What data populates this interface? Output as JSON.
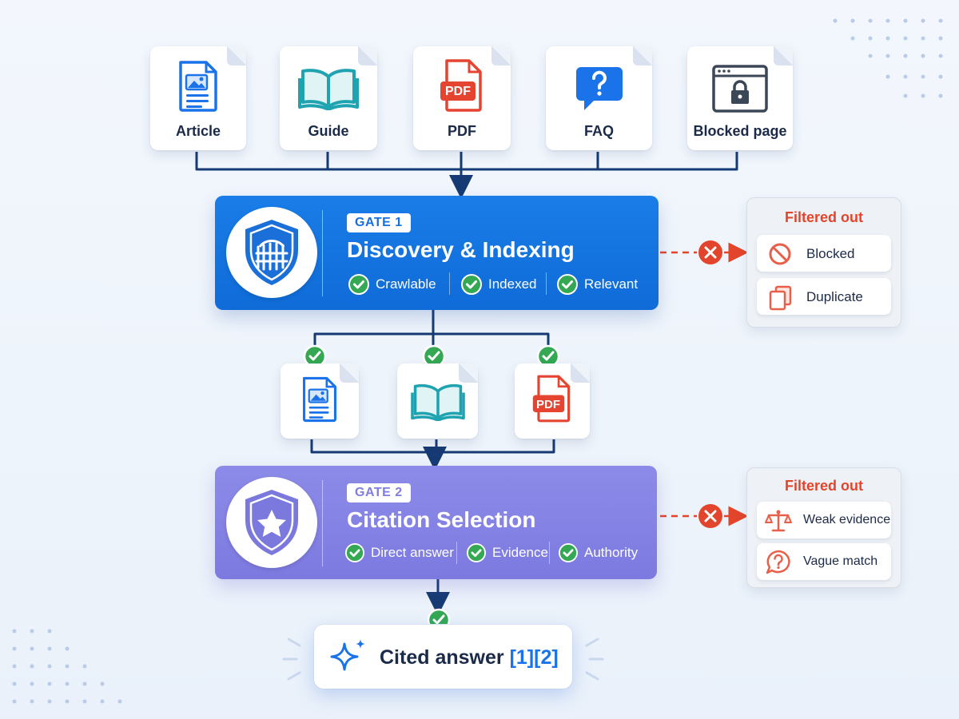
{
  "sources": [
    {
      "label": "Article",
      "icon": "article-icon"
    },
    {
      "label": "Guide",
      "icon": "book-icon"
    },
    {
      "label": "PDF",
      "icon": "pdf-icon"
    },
    {
      "label": "FAQ",
      "icon": "faq-icon"
    },
    {
      "label": "Blocked page",
      "icon": "locked-browser-icon"
    }
  ],
  "gate1": {
    "tag": "GATE 1",
    "title": "Discovery & Indexing",
    "criteria": [
      "Crawlable",
      "Indexed",
      "Relevant"
    ]
  },
  "filtered1": {
    "title": "Filtered out",
    "items": [
      {
        "label": "Blocked",
        "icon": "prohibited-icon"
      },
      {
        "label": "Duplicate",
        "icon": "duplicate-icon"
      }
    ]
  },
  "passed_docs": [
    "article-icon",
    "book-icon",
    "pdf-icon"
  ],
  "pdf_badge": "PDF",
  "gate2": {
    "tag": "GATE 2",
    "title": "Citation Selection",
    "criteria": [
      "Direct answer",
      "Evidence",
      "Authority"
    ]
  },
  "filtered2": {
    "title": "Filtered out",
    "items": [
      {
        "label": "Weak evidence",
        "icon": "scale-icon"
      },
      {
        "label": "Vague match",
        "icon": "question-bubble-icon"
      }
    ]
  },
  "output": {
    "text": "Cited answer ",
    "refs": "[1][2]"
  },
  "colors": {
    "gate1": "#1a7de8",
    "gate2": "#8d8be8",
    "accept": "#34a853",
    "reject": "#e2452b",
    "connector": "#163a73"
  }
}
